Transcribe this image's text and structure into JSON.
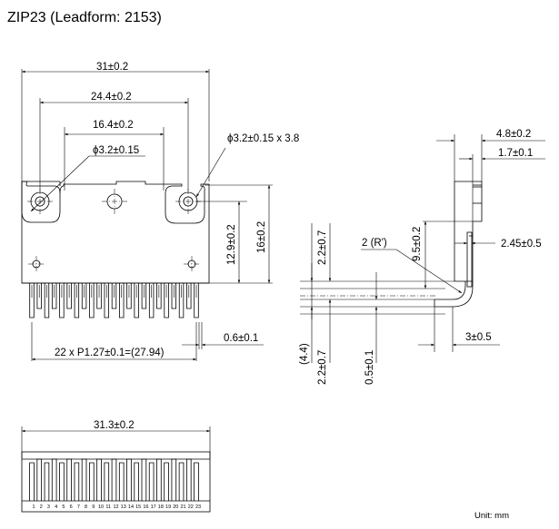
{
  "title": "ZIP23 (Leadform: 2153)",
  "unit_label": "Unit: mm",
  "front_view": {
    "overall_width": "31±0.2",
    "hole_pitch_outer": "24.4±0.2",
    "hole_pitch_inner": "16.4±0.2",
    "small_hole_dia": "ϕ3.2±0.15",
    "slot_hole": "ϕ3.2±0.15 x 3.8",
    "hole_height": "12.9±0.2",
    "body_height": "16±0.2",
    "pin_pitch": "22 x P1.27±0.1=(27.94)",
    "pin_width": "0.6±0.1"
  },
  "side_view": {
    "thickness": "4.8±0.2",
    "fin_thickness": "1.7±0.1",
    "bend_radius": "2 (R')",
    "height_to_bend": "9.5±0.2",
    "lead_offset": "2.45±0.5",
    "row_spacing_top": "2.2±0.7",
    "row_spacing_bottom": "2.2±0.7",
    "total_offset": "(4.4)",
    "lead_thickness": "0.5±0.1",
    "bend_length": "3±0.5"
  },
  "bottom_view": {
    "width": "31.3±0.2",
    "pin_numbers": [
      "1",
      "2",
      "3",
      "4",
      "5",
      "6",
      "7",
      "8",
      "9",
      "10",
      "11",
      "12",
      "13",
      "14",
      "15",
      "16",
      "17",
      "18",
      "19",
      "20",
      "21",
      "22",
      "23"
    ]
  }
}
